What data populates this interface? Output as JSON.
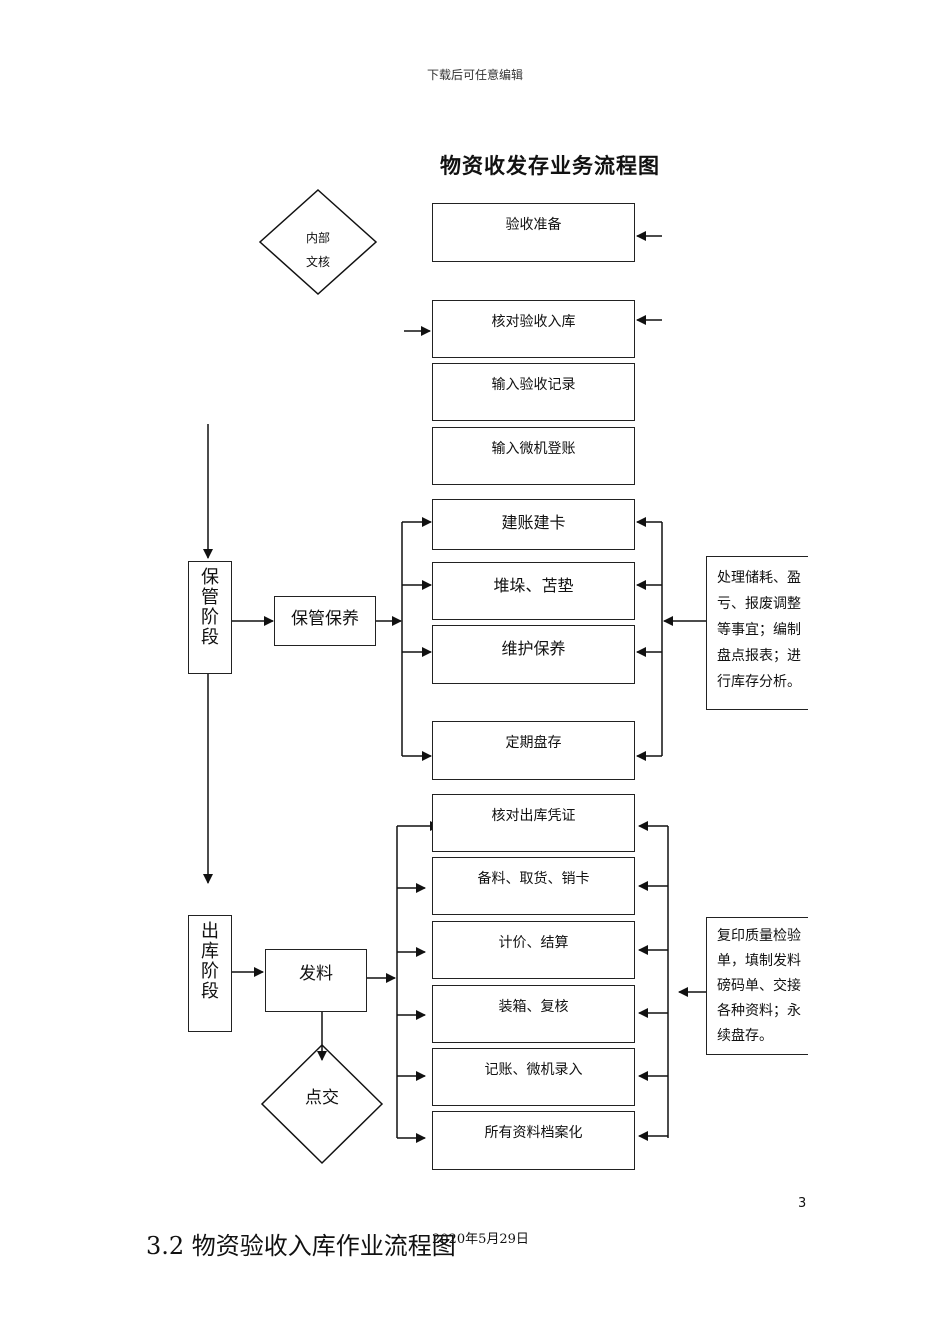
{
  "header": {
    "text": "下载后可任意编辑"
  },
  "title": "物资收发存业务流程图",
  "diamond_top": {
    "line1": "内部",
    "line2": "文核"
  },
  "steps_receive": [
    "验收准备",
    "核对验收入库",
    "输入验收记录",
    "输入微机登账"
  ],
  "stage_storage": {
    "chars": [
      "保",
      "管",
      "阶",
      "段"
    ],
    "process": "保管保养"
  },
  "steps_storage": [
    "建账建卡",
    "堆垛、苫垫",
    "维护保养",
    "定期盘存"
  ],
  "note_storage": [
    "处理储耗、盈",
    "亏、报废调整",
    "等事宜；编制",
    "盘点报表；进",
    "行库存分析。"
  ],
  "stage_issue": {
    "chars": [
      "出",
      "库",
      "阶",
      "段"
    ],
    "process": "发料"
  },
  "steps_issue": [
    "核对出库凭证",
    "备料、取货、销卡",
    "计价、结算",
    "装箱、复核",
    "记账、微机录入",
    "所有资料档案化"
  ],
  "note_issue": [
    "复印质量检验",
    "单，填制发料",
    "磅码单、交接",
    "各种资料；永",
    "续盘存。"
  ],
  "diamond_bottom": "点交",
  "page_number": "3",
  "footer_date": "2020年5月29日",
  "section_heading": "3.2 物资验收入库作业流程图"
}
